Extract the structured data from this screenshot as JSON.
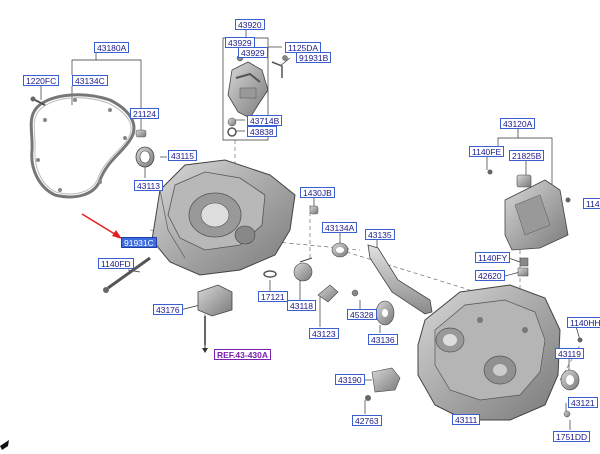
{
  "diagram": {
    "labels": {
      "p43180A": "43180A",
      "p1220FC": "1220FC",
      "p43134C": "43134C",
      "p21124": "21124",
      "p43115": "43115",
      "p43113": "43113",
      "p43920": "43920",
      "p43929a": "43929",
      "p43929b": "43929",
      "p1125DA": "1125DA",
      "p91931B": "91931B",
      "p43714B": "43714B",
      "p43838": "43838",
      "p43120A": "43120A",
      "p1140FE": "1140FE",
      "p21825B": "21825B",
      "p1140_cut": "114(",
      "p1430JB": "1430JB",
      "p43134A": "43134A",
      "p43135": "43135",
      "p91931C": "91931C",
      "p1140FD": "1140FD",
      "p17121": "17121",
      "p43118": "43118",
      "p43123": "43123",
      "p45328": "45328",
      "p43136": "43136",
      "p43176": "43176",
      "ref": "REF.43-430A",
      "p1140FY": "1140FY",
      "p42620": "42620",
      "p1140HH": "1140HH",
      "p43119": "43119",
      "p43190": "43190",
      "p42763": "42763",
      "p43111": "43111",
      "p43121": "43121",
      "p1751DD": "1751DD"
    },
    "colors": {
      "label_border": "#3a5fd0",
      "label_text": "#1a1a8a",
      "selected_fill": "#3d6be0",
      "pointer_arrow": "#e02020",
      "ref_link": "#7a1fb0"
    }
  }
}
